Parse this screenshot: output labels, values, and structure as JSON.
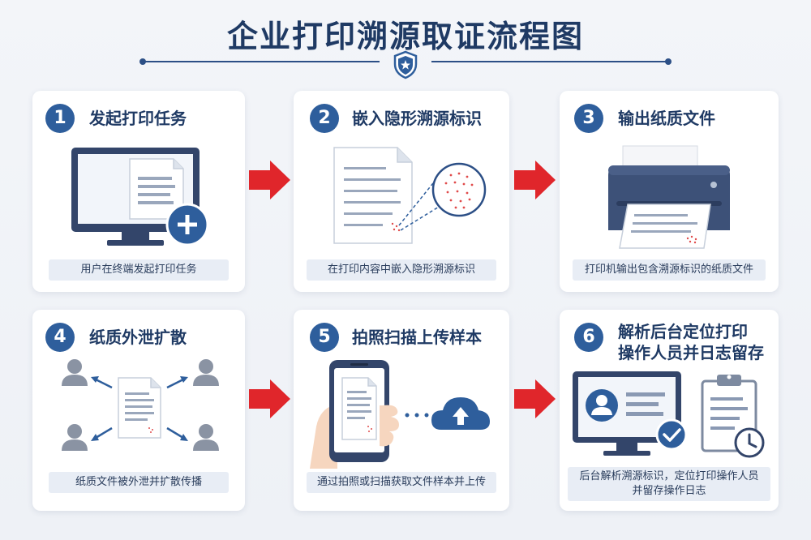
{
  "title": "企业打印溯源取证流程图",
  "colors": {
    "primary": "#2e5e9c",
    "dark": "#1f3a64",
    "arrow": "#e0262b",
    "caption_bg": "#e8edf5",
    "watermark_dots": "#e04a4a"
  },
  "header_icon": "shield-star-icon",
  "steps": [
    {
      "num": "1",
      "title": "发起打印任务",
      "caption": "用户在终端发起打印任务"
    },
    {
      "num": "2",
      "title": "嵌入隐形溯源标识",
      "caption": "在打印内容中嵌入隐形溯源标识"
    },
    {
      "num": "3",
      "title": "输出纸质文件",
      "caption": "打印机输出包含溯源标识的纸质文件"
    },
    {
      "num": "4",
      "title": "纸质外泄扩散",
      "caption": "纸质文件被外泄并扩散传播"
    },
    {
      "num": "5",
      "title": "拍照扫描上传样本",
      "caption": "通过拍照或扫描获取文件样本并上传"
    },
    {
      "num": "6",
      "title_line1": "解析后台定位打印",
      "title_line2": "操作人员并日志留存",
      "caption_line1": "后台解析溯源标识，定位打印操作人员",
      "caption_line2": "并留存操作日志"
    }
  ]
}
